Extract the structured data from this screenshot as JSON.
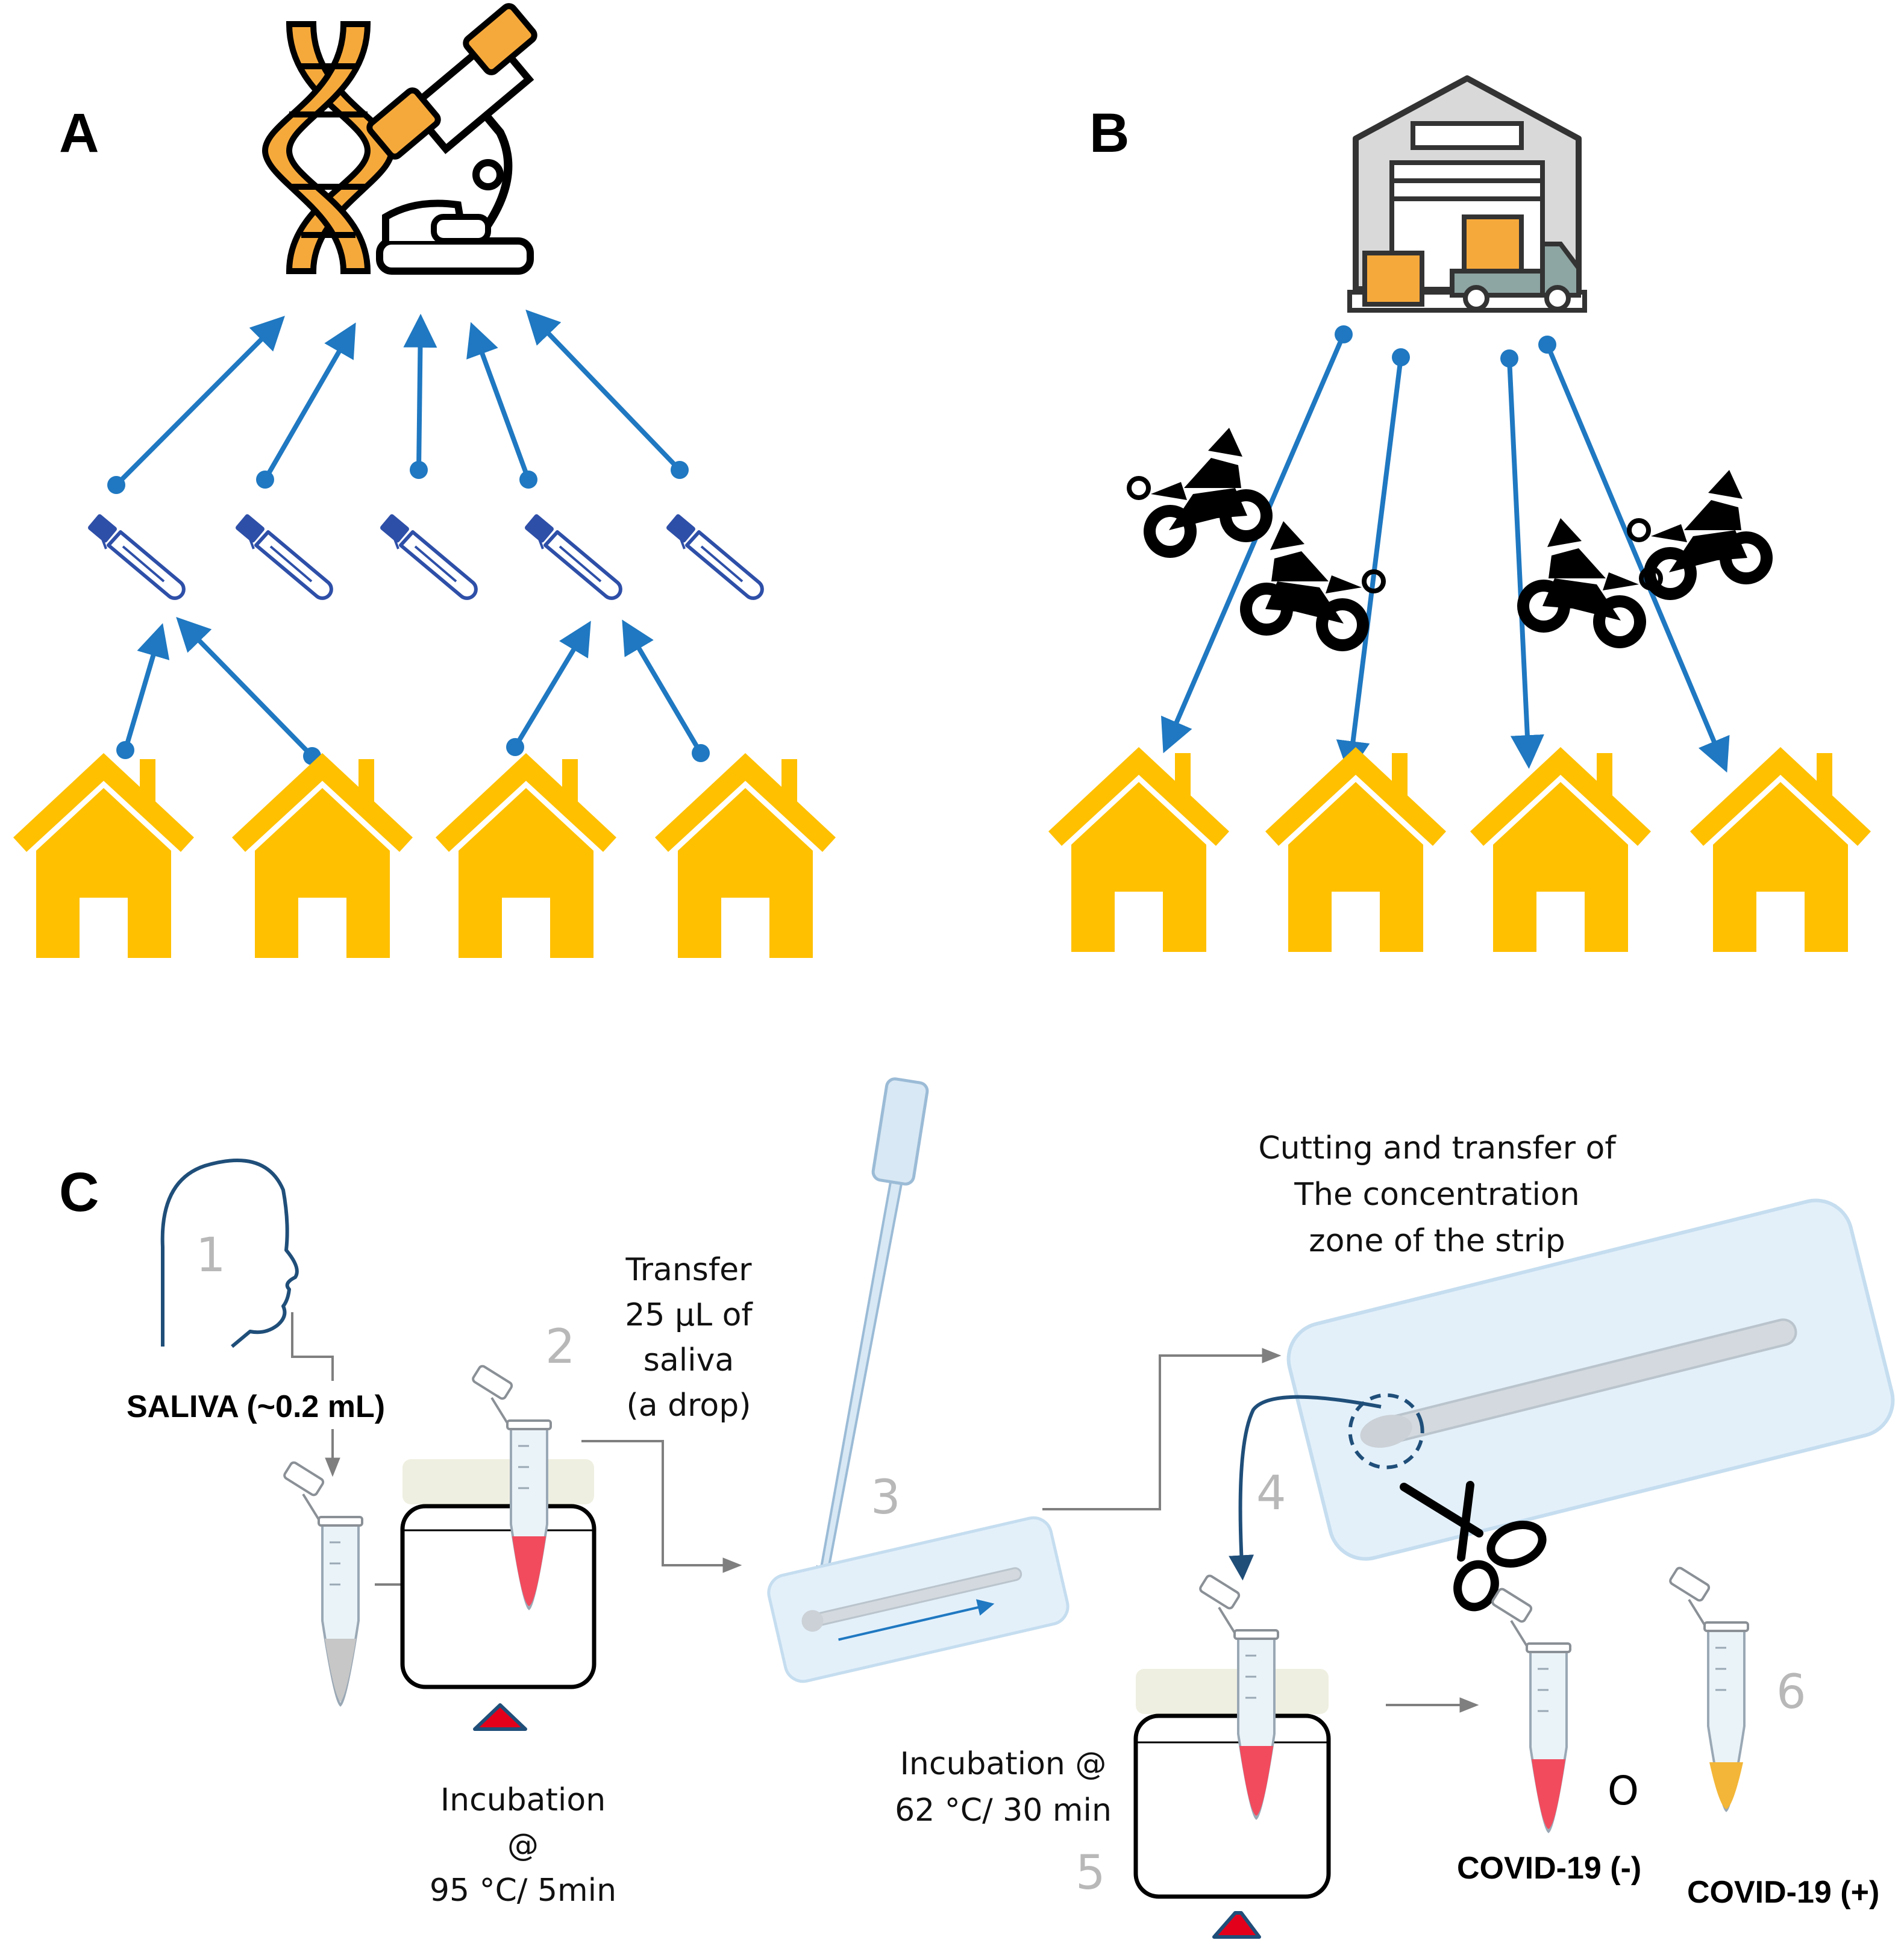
{
  "panels": {
    "a": "A",
    "b": "B",
    "c": "C"
  },
  "steps": [
    "1",
    "2",
    "3",
    "4",
    "5",
    "6"
  ],
  "labels": {
    "saliva": "SALIVA (~0.2 mL)",
    "transfer": [
      "Transfer",
      "25 µL of",
      "saliva",
      "(a drop)"
    ],
    "cutting": [
      "Cutting and transfer of",
      "The concentration",
      "zone of the strip"
    ],
    "incubation95": [
      "Incubation",
      "@",
      "95 °C/ 5min"
    ],
    "incubation62": [
      "Incubation @",
      "62 °C/ 30 min"
    ],
    "covid_neg": "COVID-19 (-)",
    "covid_pos": "COVID-19 (+)",
    "or": "O"
  },
  "colors": {
    "house": "#FFC000",
    "arrow": "#1F78C1",
    "tube_cap": "#2E4FA8",
    "dna": "#F6A93B",
    "negative_liquid": "#F24B5E",
    "positive_liquid": "#F3B638",
    "heater_top": "#EFEFE1",
    "heat_triangle": "#E3001B",
    "step_gray": "#B8B8B8"
  },
  "icons": [
    "dna-icon",
    "microscope-icon",
    "warehouse-icon",
    "delivery-truck-icon",
    "motorcycle-courier-icon",
    "house-icon",
    "sample-tube-icon",
    "head-profile-icon",
    "pipette-icon",
    "test-strip-icon",
    "scissors-icon",
    "microtube-icon",
    "heater-icon"
  ]
}
